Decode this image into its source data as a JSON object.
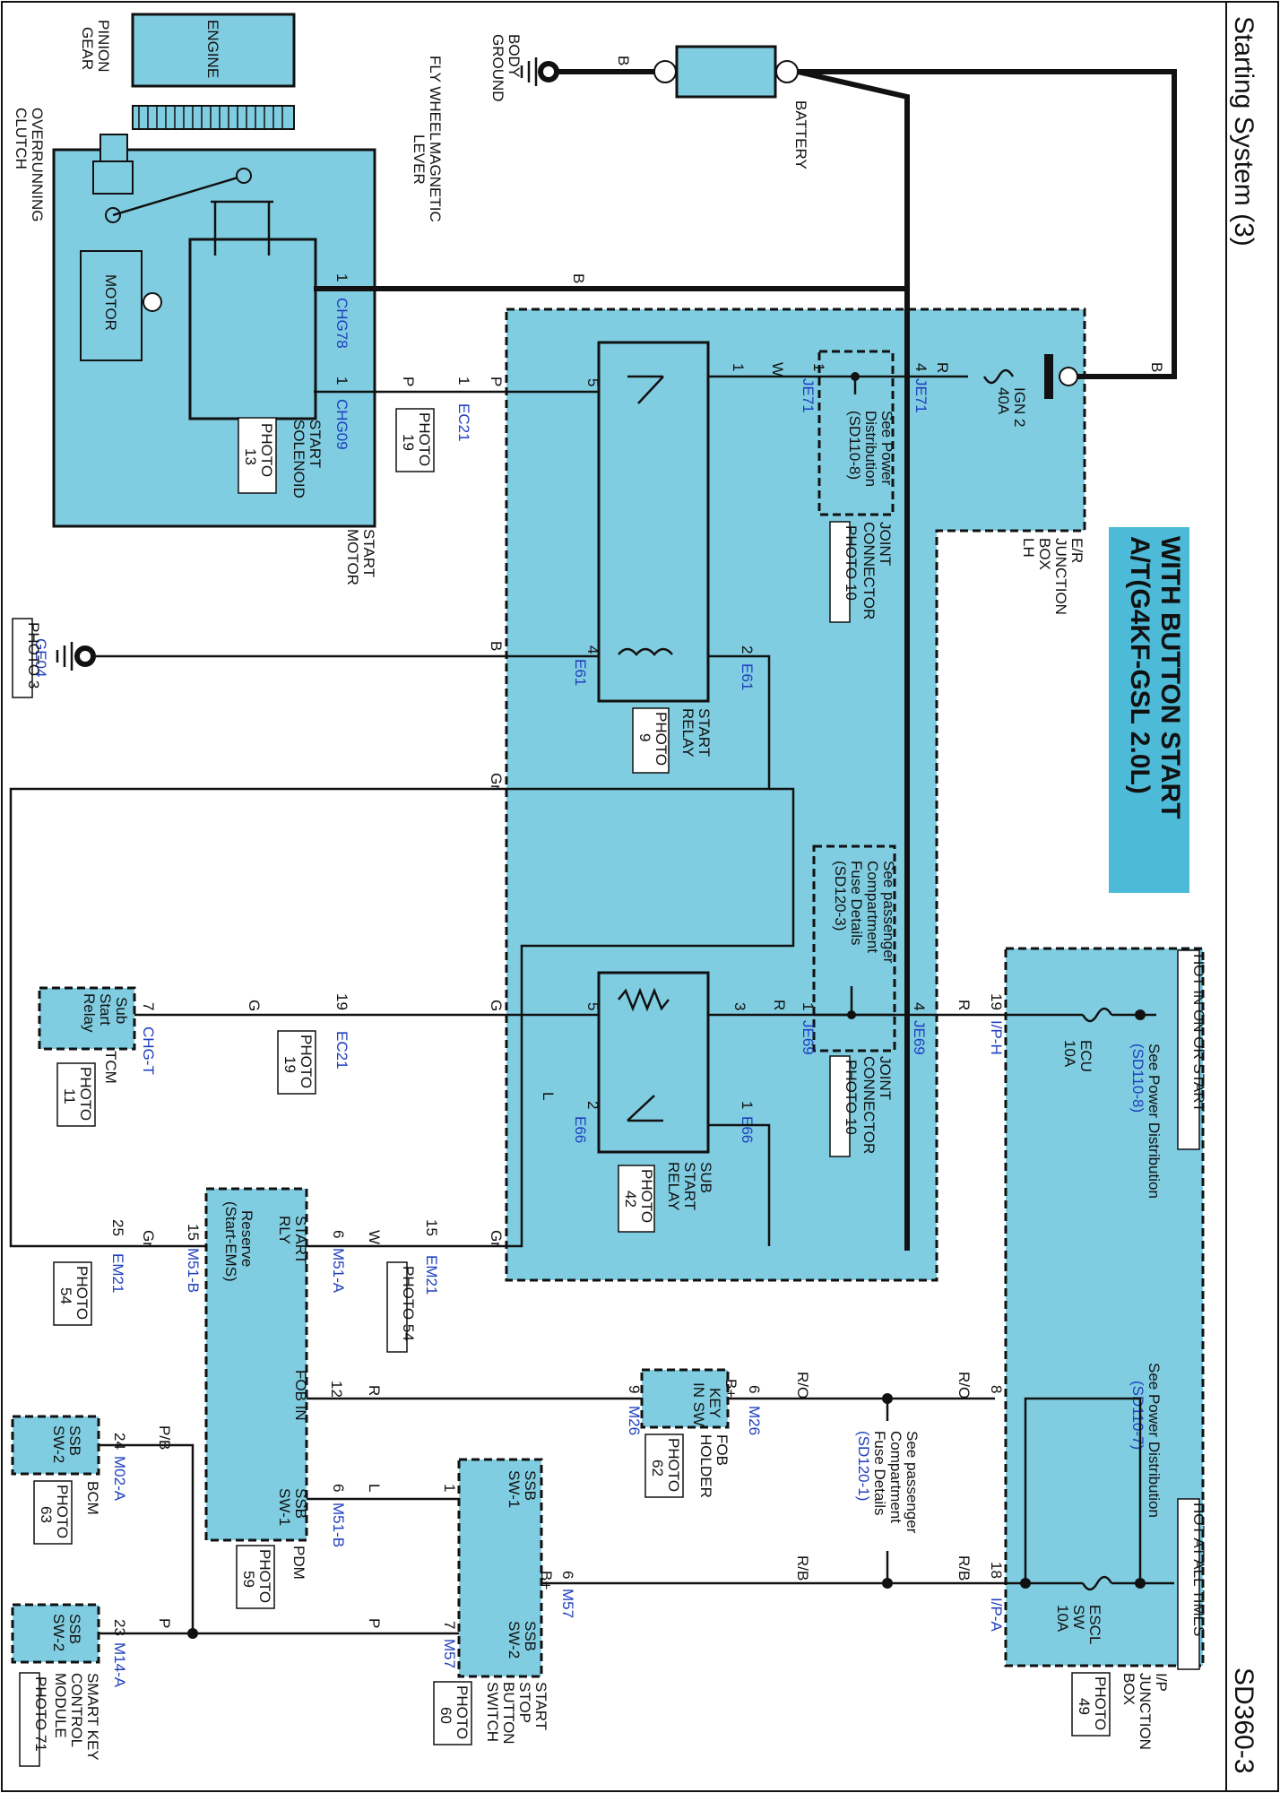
{
  "title": "Starting System (3)",
  "page_code": "SD360-3",
  "banner": [
    "A/T(G4KF-GSL 2.0L)",
    "WITH BUTTON START"
  ],
  "hot_labels": {
    "on_start": "HOT IN ON OR START",
    "all_times": "HOT AT ALL TIMES"
  },
  "components": {
    "engine": "ENGINE",
    "pinion": [
      "PINION",
      "GEAR"
    ],
    "overrunning": [
      "OVERRUNNING",
      "CLUTCH"
    ],
    "flywheel": "FLY WHEEL",
    "magnetic": [
      "MAGNETIC",
      "LEVER"
    ],
    "motor": "MOTOR",
    "start_motor": [
      "START",
      "MOTOR"
    ],
    "start_solenoid": [
      "START",
      "SOLENOID"
    ],
    "body_ground": [
      "BODY",
      "GROUND"
    ],
    "battery": "BATTERY",
    "er_box": [
      "E/R",
      "JUNCTION",
      "BOX",
      "LH"
    ],
    "ign2": [
      "IGN 2",
      "40A"
    ],
    "start_relay": [
      "START",
      "RELAY"
    ],
    "sub_start_relay": [
      "SUB",
      "START",
      "RELAY"
    ],
    "joint_connector": [
      "JOINT",
      "CONNECTOR"
    ],
    "ip_box": [
      "I/P",
      "JUNCTION",
      "BOX"
    ],
    "ecu_fuse": [
      "ECU",
      "10A"
    ],
    "escl_fuse": [
      "ESCL",
      "SW",
      "10A"
    ],
    "key_in": [
      "KEY",
      "IN SW"
    ],
    "b_plus": "B+",
    "fob_holder": [
      "FOB",
      "HOLDER"
    ],
    "pdm": "PDM",
    "start_rly": [
      "START",
      "RLY"
    ],
    "reserve": [
      "Reserve",
      "(Start-EMS)"
    ],
    "fob_in": "FOB IN",
    "ssb_sw1": [
      "SSB",
      "SW-1"
    ],
    "ssb_sw2": [
      "SSB",
      "SW-2"
    ],
    "start_stop": [
      "START",
      "STOP",
      "BUTTON",
      "SWITCH"
    ],
    "sub_start_tcm": [
      "Sub",
      "Start",
      "Relay"
    ],
    "tcm": "TCM",
    "bcm": "BCM",
    "smart_key": [
      "SMART KEY",
      "CONTROL",
      "MODULE"
    ]
  },
  "notes": {
    "see_power_1": [
      "See Power",
      "Distribution",
      "(SD110-8)"
    ],
    "see_fuse_3": [
      "See passenger",
      "Compartment",
      "Fuse Details",
      "(SD120-3)"
    ],
    "see_power_top": "See Power Distribution",
    "see_power_top_ref": "(SD110-8)",
    "see_power_7": "See Power Distribution",
    "see_power_7_ref": "(SD110-7)",
    "see_fuse_1": [
      "See passenger",
      "Compartment",
      "Fuse Details",
      "(SD120-1)"
    ]
  },
  "photos": {
    "p13": [
      "PHOTO",
      "13"
    ],
    "p19a": [
      "PHOTO",
      "19"
    ],
    "p19b": [
      "PHOTO",
      "19"
    ],
    "p9": [
      "PHOTO",
      "9"
    ],
    "p10a": "PHOTO 10",
    "p10b": "PHOTO 10",
    "p3": "PHOTO 3",
    "p42": [
      "PHOTO",
      "42"
    ],
    "p11": [
      "PHOTO",
      "11"
    ],
    "p54a": "PHOTO 54",
    "p54b": [
      "PHOTO",
      "54"
    ],
    "p62": [
      "PHOTO",
      "62"
    ],
    "p59": [
      "PHOTO",
      "59"
    ],
    "p60": [
      "PHOTO",
      "60"
    ],
    "p63": [
      "PHOTO",
      "63"
    ],
    "p49": [
      "PHOTO",
      "49"
    ],
    "p71": "PHOTO 71"
  },
  "connectors": {
    "chg78": "CHG78",
    "chg09": "CHG09",
    "ec21": "EC21",
    "ge04": "GE04",
    "e61": "E61",
    "je71": "JE71",
    "je69": "JE69",
    "e66": "E66",
    "iph": "I/P-H",
    "ipa": "I/P-A",
    "m26": "M26",
    "m51a": "M51-A",
    "m51b": "M51-B",
    "em21": "EM21",
    "chgt": "CHG-T",
    "m57": "M57",
    "m02a": "M02-A",
    "m14a": "M14-A"
  },
  "pins": {
    "n1": "1",
    "n2": "2",
    "n3": "3",
    "n4": "4",
    "n5": "5",
    "n6": "6",
    "n7": "7",
    "n8": "8",
    "n9": "9",
    "n12": "12",
    "n15": "15",
    "n18": "18",
    "n19": "19",
    "n23": "23",
    "n24": "24",
    "n25": "25"
  },
  "wire_colors": {
    "B": "B",
    "P": "P",
    "W": "W",
    "R": "R",
    "G": "G",
    "Gr": "Gr",
    "L": "L",
    "RO": "R/O",
    "RB": "R/B",
    "PB": "P/B"
  },
  "colors": {
    "module_fill": "#80cde1",
    "link_blue": "#1f3fbf"
  }
}
